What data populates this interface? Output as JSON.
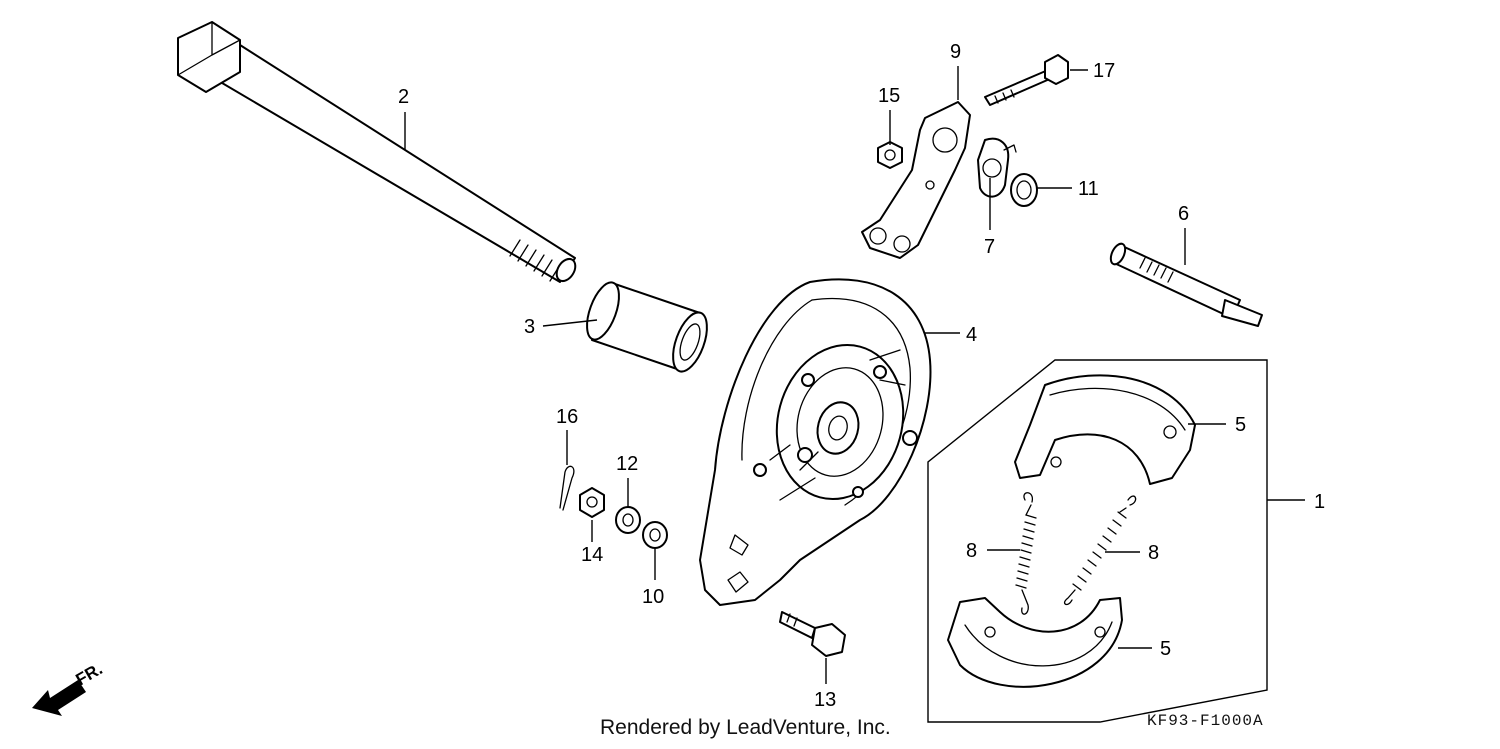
{
  "callouts": {
    "c1": "1",
    "c2": "2",
    "c3": "3",
    "c4": "4",
    "c5a": "5",
    "c5b": "5",
    "c6": "6",
    "c7": "7",
    "c8a": "8",
    "c8b": "8",
    "c9": "9",
    "c10": "10",
    "c11": "11",
    "c12": "12",
    "c13": "13",
    "c14": "14",
    "c15": "15",
    "c16": "16",
    "c17": "17"
  },
  "direction_label": "FR.",
  "credit": "Rendered by LeadVenture, Inc.",
  "diagram_code": "KF93-F1000A"
}
